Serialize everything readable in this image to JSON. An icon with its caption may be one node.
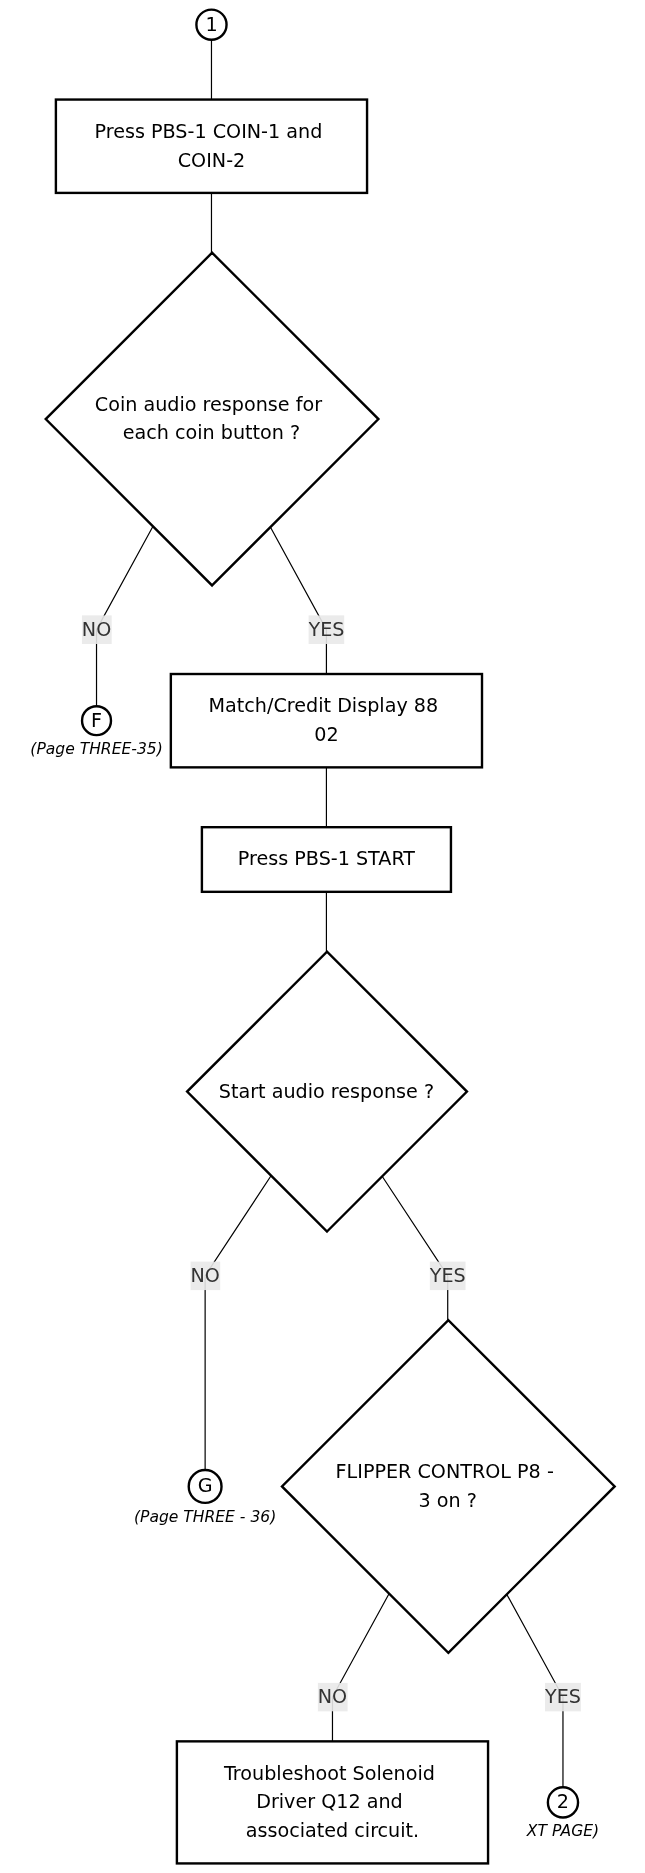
{
  "diagram": {
    "nodes": [
      {
        "text": [
          "1"
        ]
      },
      {
        "text": [
          "Press PBS-1 COIN-1 and COIN-2"
        ]
      },
      {
        "text": [
          "Coin audio response for each coin button ?"
        ]
      },
      {
        "text": [
          "F"
        ],
        "beside": [
          "(Page THREE-35)"
        ]
      },
      {
        "text": [
          "Match/Credit Display 88 02"
        ]
      },
      {
        "text": [
          "Press PBS-1 START"
        ]
      },
      {
        "text": [
          "Start audio response ?"
        ]
      },
      {
        "text": [
          "G"
        ],
        "beside": [
          "(Page THREE - 36)"
        ]
      },
      {
        "text": [
          "FLIPPER CONTROL P8 - 3 on ?"
        ]
      },
      {
        "text": [
          "Troubleshoot Solenoid Driver Q12 and associated circuit."
        ]
      },
      {
        "text": [
          "2"
        ],
        "beside": [
          "XT PAGE)"
        ]
      }
    ],
    "edges": [
      {
        "from": 0,
        "to": 1,
        "arrow": "none"
      },
      {
        "from": 1,
        "to": 2,
        "arrow": "none"
      },
      {
        "from": 2,
        "to": 3,
        "arrow": "none",
        "label": "NO"
      },
      {
        "from": 2,
        "to": 4,
        "arrow": "none",
        "label": "YES"
      },
      {
        "from": 4,
        "to": 5,
        "arrow": "none"
      },
      {
        "from": 5,
        "to": 6,
        "arrow": "none"
      },
      {
        "from": 6,
        "to": 7,
        "arrow": "none",
        "label": "NO"
      },
      {
        "from": 6,
        "to": 8,
        "arrow": "none",
        "label": "YES"
      },
      {
        "from": 8,
        "to": 9,
        "arrow": "none",
        "label": "NO"
      },
      {
        "from": 8,
        "to": 10,
        "arrow": "none",
        "label": "YES"
      }
    ]
  }
}
